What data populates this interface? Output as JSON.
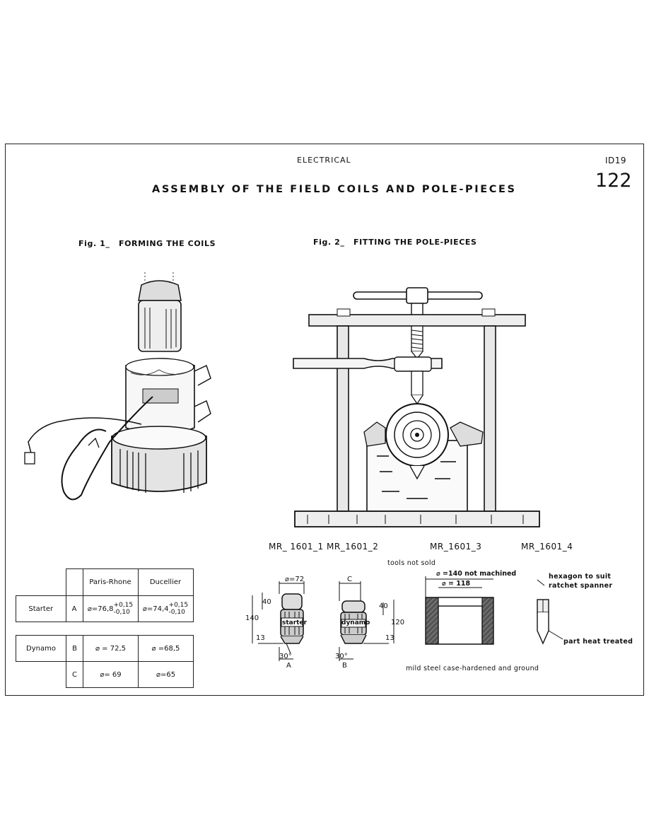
{
  "header": {
    "section": "ELECTRICAL",
    "code": "ID19",
    "page_number": "122",
    "title": "ASSEMBLY OF THE FIELD COILS AND POLE-PIECES"
  },
  "figures": {
    "fig1": {
      "number": "Fig. 1_",
      "caption": "FORMING THE COILS"
    },
    "fig2": {
      "number": "Fig. 2_",
      "caption": "FITTING THE POLE-PIECES"
    }
  },
  "tools": {
    "refs": [
      "MR_ 1601_1",
      "MR_1601_2",
      "MR_1601_3",
      "MR_1601_4"
    ],
    "note": "tools not sold",
    "material_note": "mild steel case-hardened and ground"
  },
  "tool_drawings": {
    "mr1": {
      "diameter": "⌀=72",
      "height_total": "140",
      "top": "40",
      "bottom": "13",
      "angle": "30°",
      "label": "starter",
      "ref_letter": "A"
    },
    "mr2": {
      "top_ref": "C",
      "height_total": "120",
      "top": "40",
      "bottom": "13",
      "angle": "30°",
      "label": "dynamo",
      "ref_letter": "B"
    },
    "mr3": {
      "outer": "⌀ =140  not machined",
      "inner": "⌀ = 118"
    },
    "mr4": {
      "note1": "hexagon to suit",
      "note2": "ratchet spanner",
      "note3": "part heat treated"
    }
  },
  "spec_table": {
    "columns": [
      "Paris-Rhone",
      "Ducellier"
    ],
    "starter": {
      "label": "Starter",
      "letter": "A",
      "paris_main": "⌀=76,8",
      "paris_plus": "+0,15",
      "paris_minus": "-0,10",
      "duc_main": "⌀=74,4",
      "duc_plus": "+0,15",
      "duc_minus": "-0,10"
    },
    "dynamo": {
      "label": "Dynamo",
      "rows": [
        {
          "letter": "B",
          "paris": "⌀ = 72,5",
          "ducellier": "⌀ =68,5"
        },
        {
          "letter": "C",
          "paris": "⌀= 69",
          "ducellier": "⌀=65"
        }
      ]
    }
  }
}
